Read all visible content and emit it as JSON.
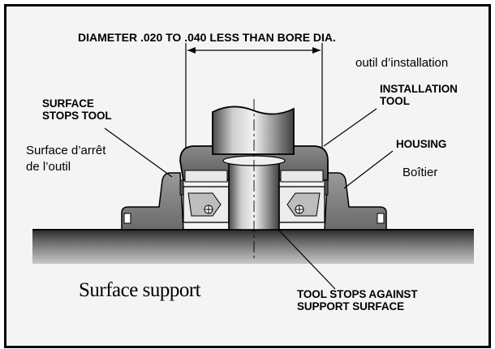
{
  "dimension_note": "DIAMETER .020 TO .040 LESS THAN BORE DIA.",
  "installation_tool": {
    "label_fr": "outil d’installation",
    "label_en_1": "INSTALLATION",
    "label_en_2": "TOOL"
  },
  "surface_stops_tool": {
    "label_en_1": "SURFACE",
    "label_en_2": "STOPS TOOL",
    "label_fr_1": "Surface  d’arrêt",
    "label_fr_2": "de l’outil"
  },
  "housing": {
    "label_en": "HOUSING",
    "label_fr": "Boîtier"
  },
  "support_surface": {
    "label_fr": "Surface support",
    "label_en_1": "TOOL STOPS AGAINST",
    "label_en_2": "SUPPORT SURFACE"
  },
  "colors": {
    "frame": "#000000",
    "background": "#f4f4f4",
    "metal_dark": "#6e6e6e",
    "metal_light": "#d9d9d9"
  }
}
